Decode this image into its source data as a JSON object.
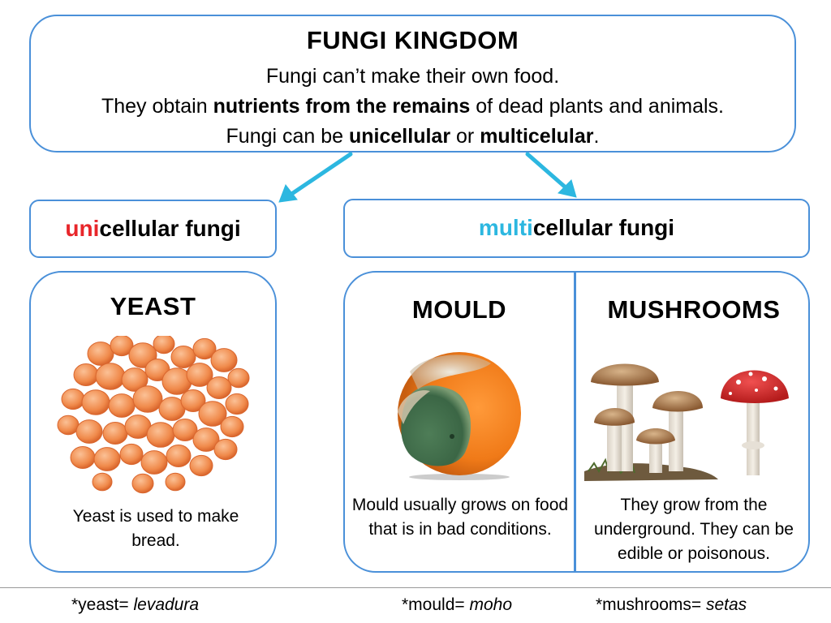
{
  "top": {
    "title": "FUNGI KINGDOM",
    "line1": "Fungi can’t make their own food.",
    "line2": {
      "a": "They obtain ",
      "b": "nutrients from the remains",
      "c": " of dead plants and animals."
    },
    "line3": {
      "a": "Fungi can be ",
      "b": "unicellular",
      "c": " or ",
      "d": "multicelular",
      "e": "."
    }
  },
  "categories": {
    "unicellular": {
      "prefix": "uni",
      "rest": "cellular fungi"
    },
    "multicellular": {
      "prefix": "multi",
      "rest": "cellular fungi"
    }
  },
  "panels": {
    "yeast": {
      "title": "YEAST",
      "text": "Yeast is used to make bread.",
      "image_icon": "yeast-cells-icon"
    },
    "mould": {
      "title": "MOULD",
      "text": "Mould usually grows on food that is in bad conditions.",
      "image_icon": "mouldy-orange-icon"
    },
    "mushrooms": {
      "title": "MUSHROOMS",
      "text": "They grow from the underground. They can be edible or poisonous.",
      "image_icon": "mushrooms-icon"
    }
  },
  "footnotes": {
    "yeast": {
      "term": "*yeast= ",
      "translation": "levadura"
    },
    "mould": {
      "term": "*mould= ",
      "translation": "moho"
    },
    "mushrooms": {
      "term": "*mushrooms= ",
      "translation": "setas"
    }
  },
  "colors": {
    "border": "#4a90d9",
    "arrow": "#2cb7e0",
    "uni_prefix": "#e8262a",
    "multi_prefix": "#2cb7e0",
    "yeast_cell": "#f08a4b"
  }
}
